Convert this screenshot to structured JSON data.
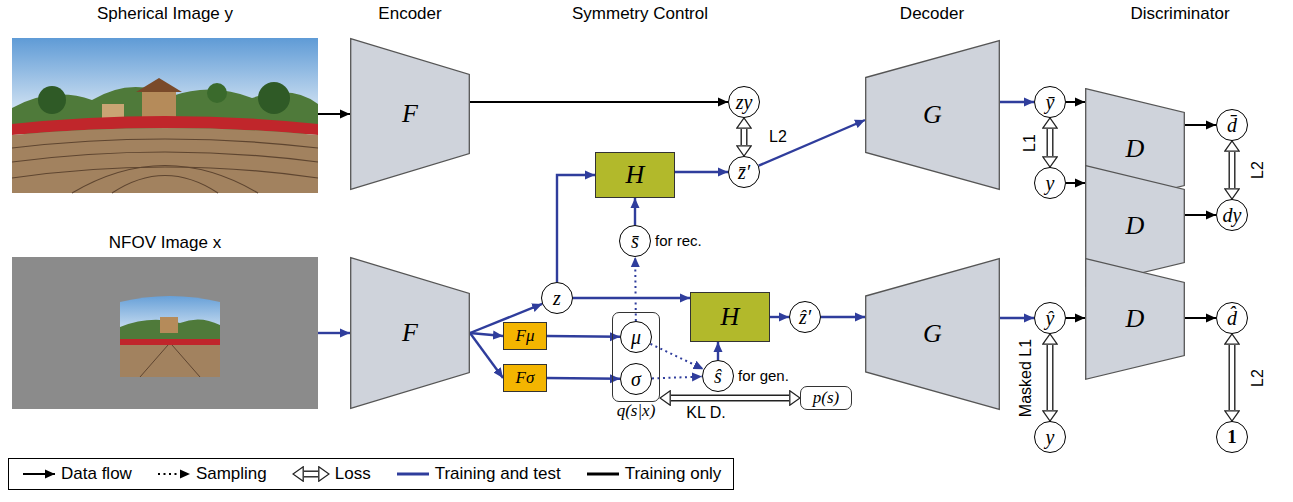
{
  "diagram": {
    "nodes": [
      {
        "text": [
          "F"
        ]
      },
      {
        "text": [
          "zy"
        ]
      },
      {
        "text": [
          "H"
        ]
      },
      {
        "text": [
          "z̄′"
        ]
      },
      {
        "text": [
          "G"
        ]
      },
      {
        "text": [
          "ȳ"
        ]
      },
      {
        "text": [
          "y"
        ]
      },
      {
        "text": [
          "D"
        ]
      },
      {
        "text": [
          "D"
        ]
      },
      {
        "text": [
          "d̄"
        ]
      },
      {
        "text": [
          "dy"
        ]
      },
      {
        "text": [
          "F"
        ]
      },
      {
        "text": [
          "z"
        ]
      },
      {
        "text": [
          "s̄",
          "for rec."
        ]
      },
      {
        "text": [
          "Fμ"
        ]
      },
      {
        "text": [
          "Fσ"
        ]
      },
      {
        "text": [
          "q(s|x)"
        ]
      },
      {
        "text": [
          "μ"
        ],
        "in": 16
      },
      {
        "text": [
          "σ"
        ],
        "in": 16
      },
      {
        "text": [
          "ŝ",
          "for gen."
        ]
      },
      {
        "text": [
          "p(s)"
        ]
      },
      {
        "text": [
          "H"
        ]
      },
      {
        "text": [
          "ẑ′"
        ]
      },
      {
        "text": [
          "G"
        ]
      },
      {
        "text": [
          "ŷ"
        ]
      },
      {
        "text": [
          "y"
        ]
      },
      {
        "text": [
          "D"
        ]
      },
      {
        "text": [
          "d̂"
        ]
      },
      {
        "text": [
          "1"
        ]
      }
    ],
    "edges": [
      {
        "from": 0,
        "to": 1,
        "arrow": "to"
      },
      {
        "from": 1,
        "to": 3,
        "label": "L2",
        "arrow": "both"
      },
      {
        "from": 12,
        "to": 2,
        "arrow": "to"
      },
      {
        "from": 13,
        "to": 2,
        "arrow": "to"
      },
      {
        "from": 17,
        "to": 13,
        "arrow": "to"
      },
      {
        "from": 2,
        "to": 3,
        "arrow": "to"
      },
      {
        "from": 3,
        "to": 4,
        "arrow": "to"
      },
      {
        "from": 4,
        "to": 5,
        "arrow": "to"
      },
      {
        "from": 5,
        "to": 6,
        "label": "L1",
        "arrow": "both"
      },
      {
        "from": 5,
        "to": 7,
        "arrow": "to"
      },
      {
        "from": 6,
        "to": 8,
        "arrow": "to"
      },
      {
        "from": 7,
        "to": 9,
        "arrow": "to"
      },
      {
        "from": 8,
        "to": 10,
        "arrow": "to"
      },
      {
        "from": 9,
        "to": 10,
        "label": "L2",
        "arrow": "both"
      },
      {
        "from": 11,
        "to": 12,
        "arrow": "to"
      },
      {
        "from": 11,
        "to": 14,
        "arrow": "to"
      },
      {
        "from": 11,
        "to": 15,
        "arrow": "to"
      },
      {
        "from": 14,
        "to": 17,
        "arrow": "to"
      },
      {
        "from": 15,
        "to": 18,
        "arrow": "to"
      },
      {
        "from": 17,
        "to": 19,
        "arrow": "to"
      },
      {
        "from": 18,
        "to": 19,
        "arrow": "to"
      },
      {
        "from": 19,
        "to": 21,
        "arrow": "to"
      },
      {
        "from": 12,
        "to": 21,
        "arrow": "to"
      },
      {
        "from": 21,
        "to": 22,
        "arrow": "to"
      },
      {
        "from": 22,
        "to": 23,
        "arrow": "to"
      },
      {
        "from": 23,
        "to": 24,
        "arrow": "to"
      },
      {
        "from": 24,
        "to": 25,
        "label": "Masked L1",
        "arrow": "both"
      },
      {
        "from": 24,
        "to": 26,
        "arrow": "to"
      },
      {
        "from": 26,
        "to": 27,
        "arrow": "to"
      },
      {
        "from": 27,
        "to": 28,
        "label": "L2",
        "arrow": "both"
      },
      {
        "from": 16,
        "to": 20,
        "label": "KL D.",
        "arrow": "both"
      }
    ],
    "labels": [
      "Spherical Image y",
      "Encoder",
      "Symmetry Control",
      "Decoder",
      "Discriminator",
      "NFOV Image x"
    ],
    "legend": [
      {
        "text": "Data flow"
      },
      {
        "text": "Sampling"
      },
      {
        "text": "Loss"
      },
      {
        "text": "Training and test"
      },
      {
        "text": "Training only"
      }
    ]
  }
}
